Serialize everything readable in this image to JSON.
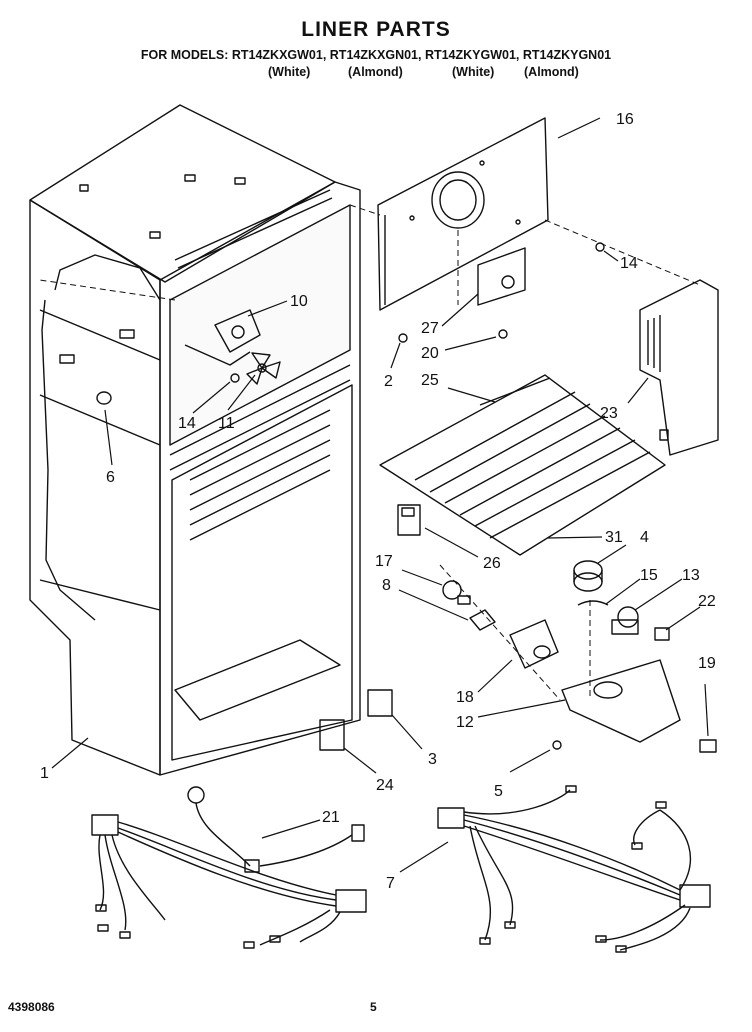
{
  "header": {
    "title": "LINER PARTS",
    "models": "FOR MODELS: RT14ZKXGW01, RT14ZKXGN01, RT14ZKYGW01, RT14ZKYGN01",
    "colors": [
      "(White)",
      "(Almond)",
      "(White)",
      "(Almond)"
    ]
  },
  "callouts": {
    "c1": "1",
    "c2": "2",
    "c3": "3",
    "c4": "4",
    "c5": "5",
    "c6": "6",
    "c7": "7",
    "c8": "8",
    "c10": "10",
    "c11": "11",
    "c12": "12",
    "c13": "13",
    "c14a": "14",
    "c14b": "14",
    "c15": "15",
    "c16": "16",
    "c17": "17",
    "c18": "18",
    "c19": "19",
    "c20": "20",
    "c21": "21",
    "c22": "22",
    "c23": "23",
    "c24": "24",
    "c25": "25",
    "c26": "26",
    "c27": "27",
    "c31": "31"
  },
  "footer": {
    "doc_number": "4398086",
    "page_number": "5"
  }
}
